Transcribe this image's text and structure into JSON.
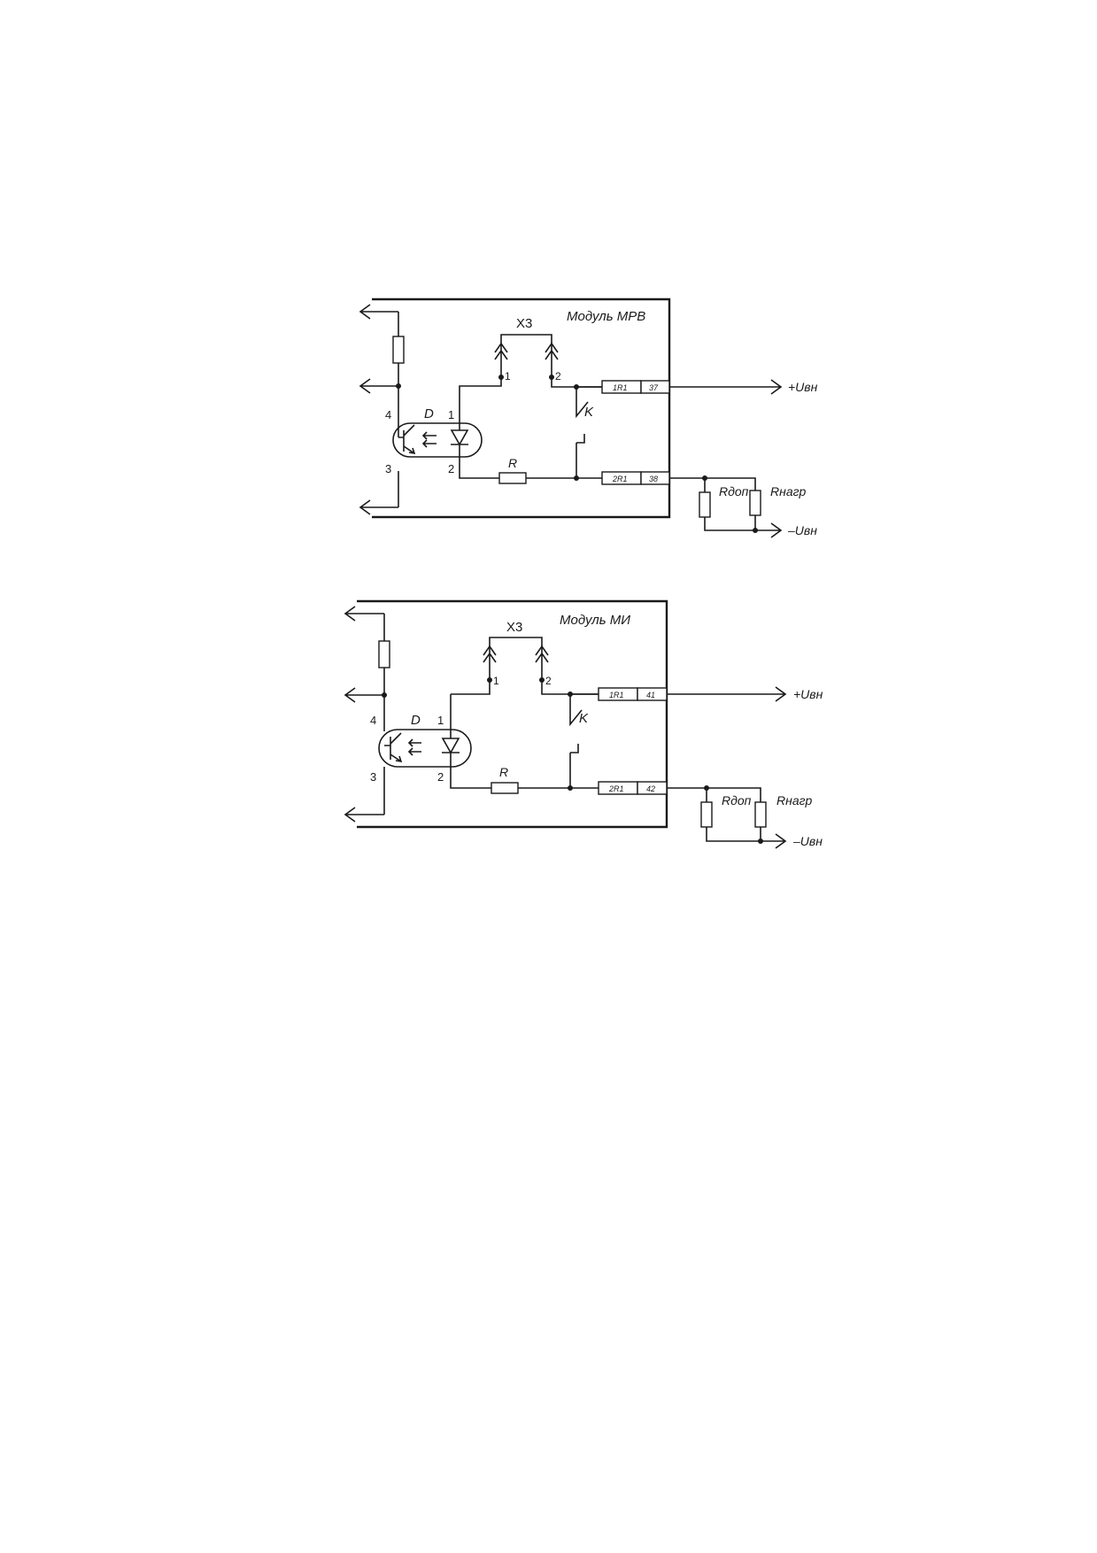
{
  "diagrams": [
    {
      "module_label": "Модуль МРВ",
      "connector": "X3",
      "connector_pin1": "1",
      "connector_pin2": "2",
      "optocoupler": "D",
      "pin4": "4",
      "pin3": "3",
      "led_pin1": "1",
      "led_pin2": "2",
      "resistor": "R",
      "contact": "K",
      "term1_left": "1R1",
      "term1_right": "37",
      "term2_left": "2R1",
      "term2_right": "38",
      "r_add": "Rдоп",
      "r_load": "Rнагр",
      "v_plus": "+Uвн",
      "v_minus": "–Uвн"
    },
    {
      "module_label": "Модуль МИ",
      "connector": "X3",
      "connector_pin1": "1",
      "connector_pin2": "2",
      "optocoupler": "D",
      "pin4": "4",
      "pin3": "3",
      "led_pin1": "1",
      "led_pin2": "2",
      "resistor": "R",
      "contact": "K",
      "term1_left": "1R1",
      "term1_right": "41",
      "term2_left": "2R1",
      "term2_right": "42",
      "r_add": "Rдоп",
      "r_load": "Rнагр",
      "v_plus": "+Uвн",
      "v_minus": "–Uвн"
    }
  ]
}
